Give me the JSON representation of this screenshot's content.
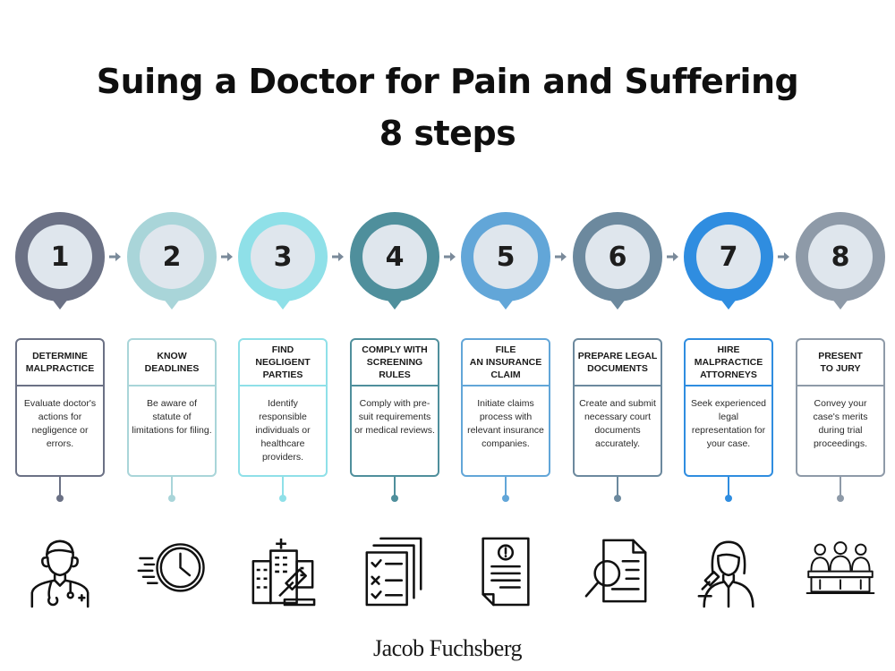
{
  "title": {
    "line1": "Suing a Doctor for Pain and Suffering",
    "line2": "8 steps"
  },
  "steps": [
    {
      "number": "1",
      "heading": "DETERMINE\nMALPRACTICE",
      "body": "Evaluate doctor's actions for negligence or errors.",
      "color": "#6b7185",
      "icon": "doctor-icon"
    },
    {
      "number": "2",
      "heading": "KNOW\nDEADLINES",
      "body": "Be aware of statute of limitations for filing.",
      "color": "#a9d5d9",
      "icon": "clock-icon"
    },
    {
      "number": "3",
      "heading": "FIND\nNEGLIGENT\nPARTIES",
      "body": "Identify responsible individuals or healthcare providers.",
      "color": "#8fe0e8",
      "icon": "hospital-gavel-icon"
    },
    {
      "number": "4",
      "heading": "COMPLY WITH\nSCREENING\nRULES",
      "body": "Comply with pre-suit requirements or medical reviews.",
      "color": "#4f8f9c",
      "icon": "checklist-icon"
    },
    {
      "number": "5",
      "heading": "FILE\nAN INSURANCE\nCLAIM",
      "body": "Initiate claims process with relevant insurance companies.",
      "color": "#62a6d8",
      "icon": "claim-document-icon"
    },
    {
      "number": "6",
      "heading": "PREPARE LEGAL\nDOCUMENTS",
      "body": "Create and submit necessary court documents accurately.",
      "color": "#6c899e",
      "icon": "document-search-icon"
    },
    {
      "number": "7",
      "heading": "HIRE\nMALPRACTICE\nATTORNEYS",
      "body": "Seek experienced legal representation for your case.",
      "color": "#2f8de0",
      "icon": "attorney-icon"
    },
    {
      "number": "8",
      "heading": "PRESENT\nTO JURY",
      "body": "Convey your case's merits during trial proceedings.",
      "color": "#8e9aa8",
      "icon": "jury-icon"
    }
  ],
  "logo": "Jacob Fuchsberg"
}
